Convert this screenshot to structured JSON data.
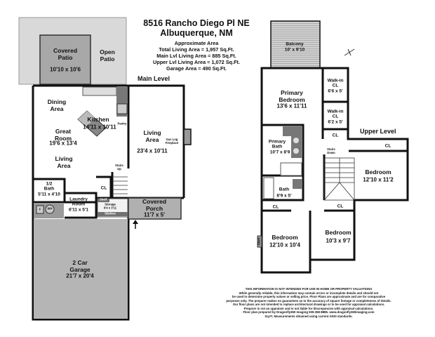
{
  "header": {
    "address": "8516 Rancho Diego Pl NE",
    "city": "Albuquerque, NM",
    "area_heading": "Approximate Area",
    "areas": [
      "Total Living Area = 1,957 Sq.Ft.",
      "Main Lvl Living Area = 885 Sq.Ft.",
      "Upper Lvl Living Area = 1,072 Sq.Ft.",
      "Garage Area = 490 Sq.Ft."
    ]
  },
  "main_level": {
    "label": "Main Level",
    "rooms": {
      "covered_patio": {
        "name": "Covered\nPatio",
        "dim": "10'10 x 10'6"
      },
      "open_patio": {
        "name": "Open\nPatio"
      },
      "dining": {
        "name": "Dining\nArea"
      },
      "kitchen": {
        "name": "Kitchen",
        "dim": "14'11 x 10'11"
      },
      "pantry": {
        "name": "Pantry"
      },
      "great_room": {
        "name": "Great\nRoom",
        "dim": "19'6 x 13'4"
      },
      "living_left": {
        "name": "Living\nArea"
      },
      "living": {
        "name": "Living\nArea",
        "dim": "23'4 x 10'11"
      },
      "fireplace": {
        "name": "Gas Log\nFireplace"
      },
      "stairs": {
        "name": "Stairs\nUp"
      },
      "closet": {
        "name": "CL"
      },
      "half_bath": {
        "name": "1/2\nBath",
        "dim": "5'11 x 4'10"
      },
      "laundry": {
        "name": "Laundry\nRoom",
        "dim": "6'11 x 5'1"
      },
      "shelf": {
        "name": "Shelf"
      },
      "storage": {
        "name": "Storage",
        "dim": "6'4 x 3'11"
      },
      "shelves": {
        "name": "Shelves"
      },
      "porch": {
        "name": "Covered\nPorch",
        "dim": "11'7 x 5'"
      },
      "furnace": {
        "name": "F"
      },
      "water_heater": {
        "name": "WH"
      },
      "garage": {
        "name": "2 Car\nGarage",
        "dim": "21'7 x 20'4"
      }
    }
  },
  "upper_level": {
    "label": "Upper Level",
    "rooms": {
      "balcony": {
        "name": "Balcony",
        "dim": "10' x 9'10"
      },
      "primary_bedroom": {
        "name": "Primary\nBedroom",
        "dim": "13'6 x 11'11"
      },
      "walkin1": {
        "name": "Walk-in\nCL",
        "dim": "6'6 x 5'"
      },
      "walkin2": {
        "name": "Walk-in\nCL",
        "dim": "6'2 x 5'"
      },
      "cl_hall": {
        "name": "CL"
      },
      "primary_bath": {
        "name": "Primary\nBath",
        "dim": "10'7 x 8'9"
      },
      "stairs": {
        "name": "Stairs\nDown"
      },
      "bath": {
        "name": "Bath",
        "dim": "8'9 x 5'"
      },
      "bedroom_right": {
        "name": "Bedroom",
        "dim": "12'10 x 11'2"
      },
      "cl_right": {
        "name": "CL"
      },
      "cl_left": {
        "name": "CL"
      },
      "cl_mid": {
        "name": "CL"
      },
      "bedroom_left": {
        "name": "Bedroom",
        "dim": "12'10 x 10'4"
      },
      "bedroom_mid": {
        "name": "Bedroom",
        "dim": "10'3 x 9'7"
      },
      "shelf": {
        "name": "Shelf"
      }
    }
  },
  "disclaimer": [
    "THIS INFORMATION IS NOT INTENDED FOR USE IN HOME OR PROPERTY VALUATIONS",
    "While generally reliable, this information may contain errors or incomplete details and should not",
    "be used to determine property values or selling price. Floor Plans are approximate and are for comparative",
    "purposes only. The preparer makes no guarantees as to the accuracy of square footage or completeness of details.",
    "Our floor plans are not intended to replace architectural drawings or to be used for appraisal calculations.",
    "Preparer is not an appraiser and is not liable for discrepancies with appraisal calculations.",
    "Floor plan prepared by Dragonfly360 Imaging 505-358-8885. www.dragonfly360imaging.com",
    "Sq.Ft. Measurements obtained using current ANSI standards."
  ],
  "colors": {
    "wall": "#111111",
    "patio": "#d9d9d9",
    "covered": "#a8a8a8",
    "garage": "#b5b5b5",
    "counter": "#707070"
  },
  "icons": [
    "compass-icon",
    "entry-arrow-icon"
  ]
}
